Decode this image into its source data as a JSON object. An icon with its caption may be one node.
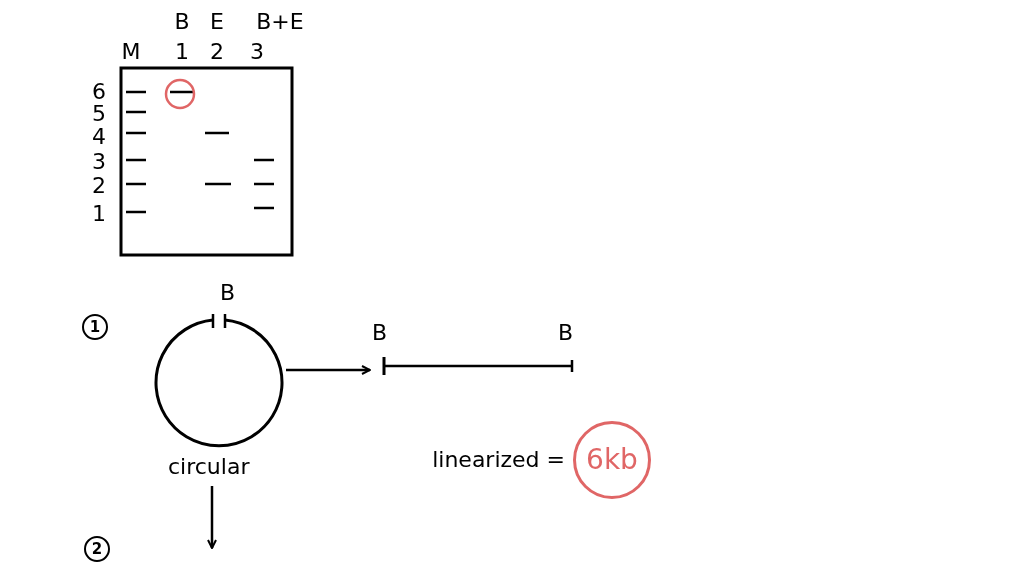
{
  "diagram": {
    "nodes": [
      {
        "text": [
          "B",
          "circular"
        ]
      },
      {
        "text": [
          "B",
          "B"
        ]
      },
      {
        "text": [
          "6kb"
        ],
        "beside": [
          "linearized ="
        ]
      }
    ],
    "edges": [
      {
        "from": 0,
        "to": 1,
        "arrow": "to"
      },
      {
        "from": 0,
        "to": null,
        "arrow": "to"
      }
    ],
    "labels": [
      "B",
      "E",
      "B+E",
      "M",
      "1",
      "2",
      "3",
      "6",
      "5",
      "4",
      "3",
      "2",
      "1",
      "1",
      "2"
    ]
  }
}
